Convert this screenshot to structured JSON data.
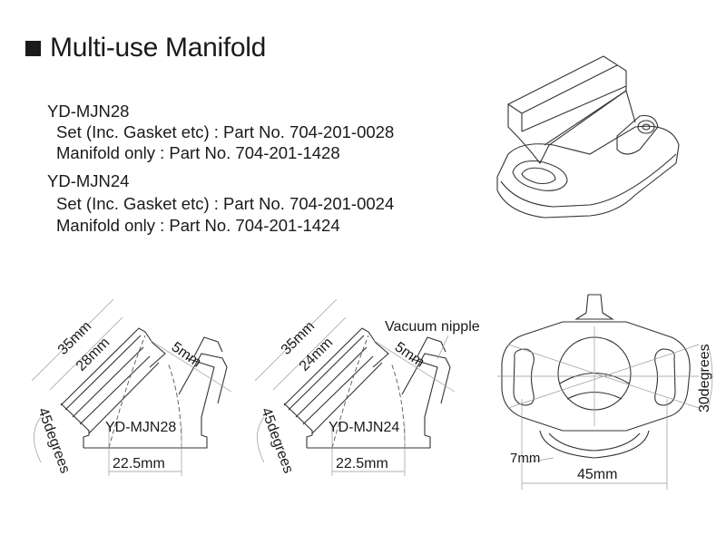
{
  "heading": {
    "title": "Multi-use Manifold",
    "bullet_icon": "black-square"
  },
  "models": [
    {
      "name": "YD-MJN28",
      "set_line": "Set (Inc. Gasket etc) : Part No. 704-201-0028",
      "manifold_line": "Manifold only : Part No. 704-201-1428"
    },
    {
      "name": "YD-MJN24",
      "set_line": "Set (Inc. Gasket etc) : Part No. 704-201-0024",
      "manifold_line": "Manifold only : Part No. 704-201-1424"
    }
  ],
  "drawings": {
    "side28": {
      "outer": "35mm",
      "inner": "28mm",
      "nipple": "5mm",
      "angle": "45degrees",
      "label": "YD-MJN28",
      "base": "22.5mm"
    },
    "side24": {
      "outer": "35mm",
      "inner": "24mm",
      "nipple": "5mm",
      "angle": "45degrees",
      "label": "YD-MJN24",
      "base": "22.5mm",
      "callout": "Vacuum nipple"
    },
    "bottom": {
      "angle": "30degrees",
      "slot": "7mm",
      "width": "45mm"
    }
  }
}
